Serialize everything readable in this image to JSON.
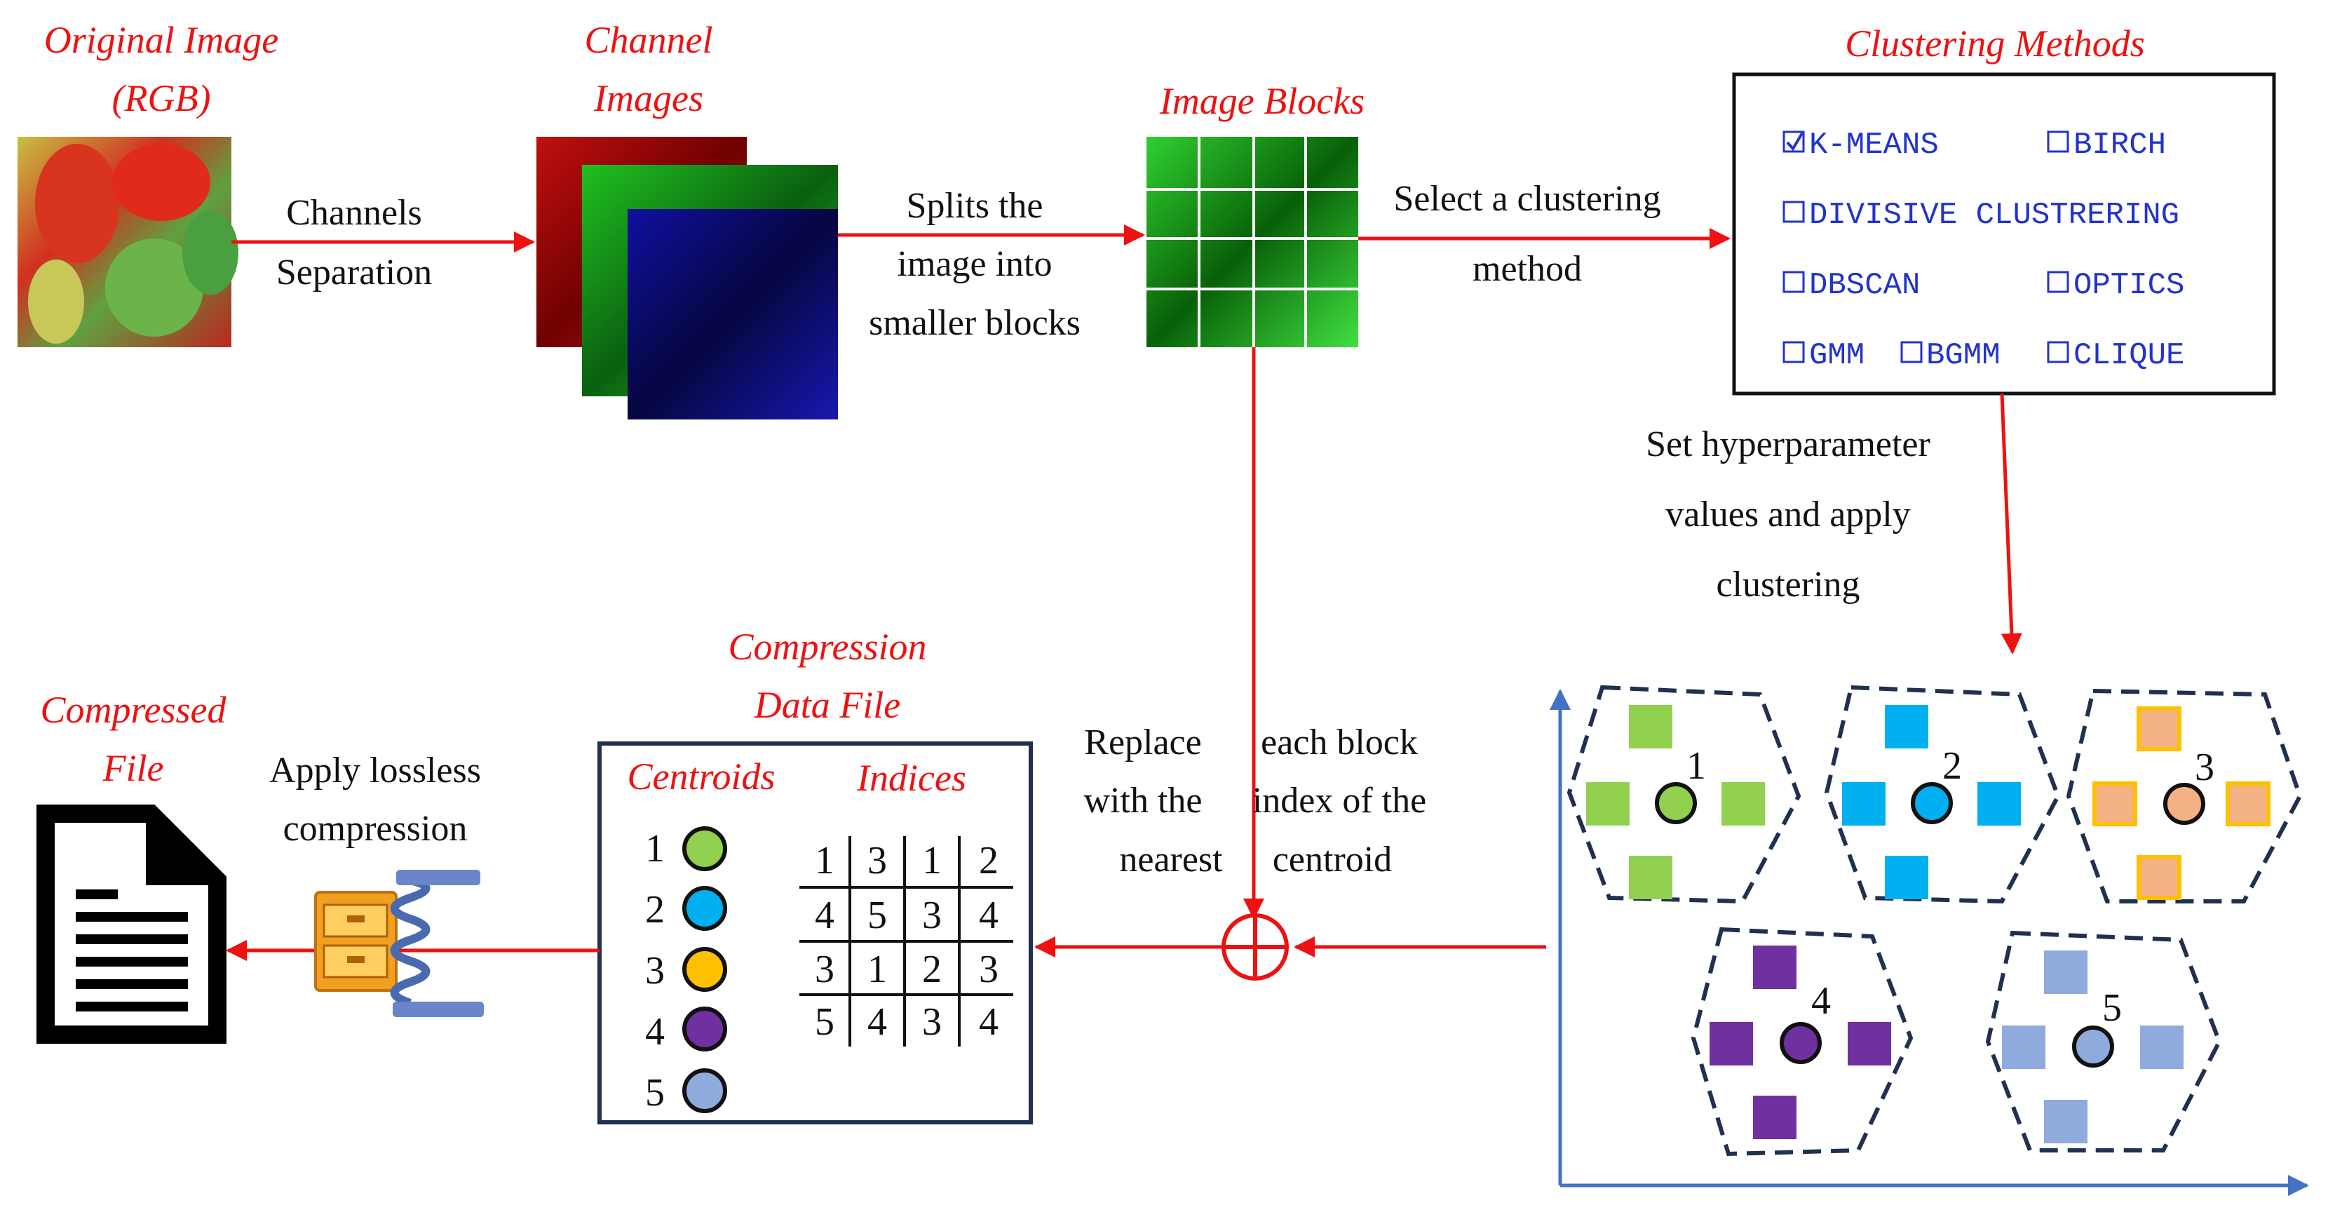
{
  "colors": {
    "accent_red": "#ee1111",
    "axis_blue": "#4472c4",
    "option_blue": "#2233cc",
    "cluster_green": "#92d050",
    "cluster_cyan": "#00b0f0",
    "cluster_orange": "#f4b183",
    "cluster_orange_border": "#ffc000",
    "cluster_purple": "#7030a0",
    "cluster_lightblue": "#8faadc",
    "hexagon_border": "#1f3050"
  },
  "stages": {
    "original": {
      "title_line1": "Original Image",
      "title_line2": "(RGB)"
    },
    "channels": {
      "title_line1": "Channel",
      "title_line2": "Images"
    },
    "blocks": {
      "title": "Image Blocks"
    },
    "methods": {
      "title": "Clustering Methods",
      "options": [
        {
          "label": "K-MEANS",
          "checked": true
        },
        {
          "label": "BIRCH",
          "checked": false
        },
        {
          "label": "DIVISIVE CLUSTRERING",
          "checked": false
        },
        {
          "label": "DBSCAN",
          "checked": false
        },
        {
          "label": "OPTICS",
          "checked": false
        },
        {
          "label": "GMM",
          "checked": false
        },
        {
          "label": "BGMM",
          "checked": false
        },
        {
          "label": "CLIQUE",
          "checked": false
        }
      ]
    },
    "compression_file": {
      "title_line1": "Compression",
      "title_line2": "Data File",
      "centroids_label": "Centroids",
      "indices_label": "Indices",
      "centroids": [
        "1",
        "2",
        "3",
        "4",
        "5"
      ],
      "indices": [
        [
          "1",
          "3",
          "1",
          "2"
        ],
        [
          "4",
          "5",
          "3",
          "4"
        ],
        [
          "3",
          "1",
          "2",
          "3"
        ],
        [
          "5",
          "4",
          "3",
          "4"
        ]
      ]
    },
    "compressed": {
      "title_line1": "Compressed",
      "title_line2": "File"
    }
  },
  "arrows": {
    "channels_sep": {
      "line1": "Channels",
      "line2": "Separation"
    },
    "split": {
      "line1": "Splits the",
      "line2": "image into",
      "line3": "smaller blocks"
    },
    "select": {
      "line1": "Select a clustering",
      "line2": "method"
    },
    "hyper": {
      "line1": "Set hyperparameter",
      "line2": "values and apply",
      "line3": "clustering"
    },
    "replace_left": {
      "line1": "Replace",
      "line2": "with the",
      "line3": "nearest"
    },
    "replace_right": {
      "line1": "each block",
      "line2": "index of the",
      "line3": "centroid"
    },
    "lossless": {
      "line1": "Apply lossless",
      "line2": "compression"
    }
  },
  "clusters": [
    "1",
    "2",
    "3",
    "4",
    "5"
  ]
}
